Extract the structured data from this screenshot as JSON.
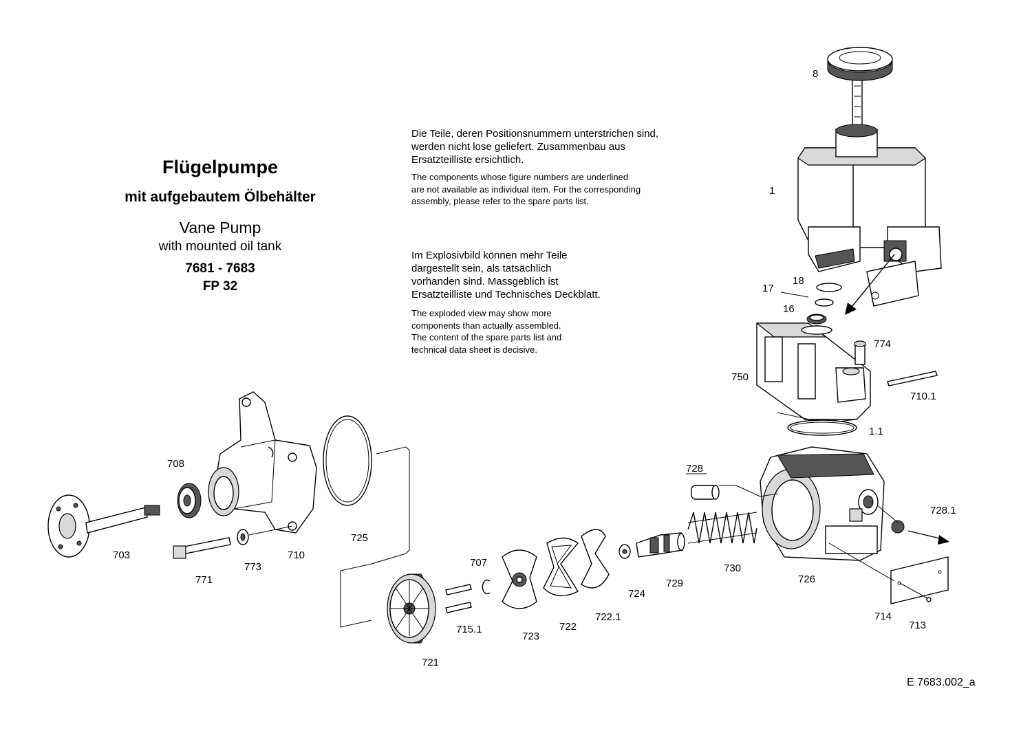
{
  "title": {
    "de": "Flügelpumpe",
    "de_sub": "mit aufgebautem Ölbehälter",
    "en": "Vane Pump",
    "en_sub": "with mounted oil tank",
    "model": "7681 - 7683",
    "code": "FP 32"
  },
  "notes": {
    "underline_de": "Die Teile, deren Positionsnummern unterstrichen sind,\nwerden nicht lose geliefert. Zusammenbau aus\nErsatzteilliste ersichtlich.",
    "underline_en": "The components whose figure numbers are underlined\nare not available as individual item. For the corresponding\nassembly, please refer to the spare parts list.",
    "exploded_de": "Im Explosivbild können mehr Teile\ndargestellt sein, als tatsächlich\nvorhanden sind. Massgeblich ist\nErsatzteilliste und Technisches Deckblatt.",
    "exploded_en": "The exploded view may show more\ncomponents than actually assembled.\nThe content of the spare parts list and\ntechnical data sheet is decisive."
  },
  "parts": {
    "p8": "8",
    "p1": "1",
    "p18": "18",
    "p17": "17",
    "p16": "16",
    "p774": "774",
    "p750": "750",
    "p710_1": "710.1",
    "p1_1": "1.1",
    "p728": "728",
    "p728_1": "728.1",
    "p708": "708",
    "p703": "703",
    "p771": "771",
    "p773": "773",
    "p710": "710",
    "p725": "725",
    "p707": "707",
    "p715_1": "715.1",
    "p721": "721",
    "p723": "723",
    "p722": "722",
    "p722_1": "722.1",
    "p724": "724",
    "p729": "729",
    "p730": "730",
    "p726": "726",
    "p714": "714",
    "p713": "713"
  },
  "doc_ref": "E  7683.002_a"
}
